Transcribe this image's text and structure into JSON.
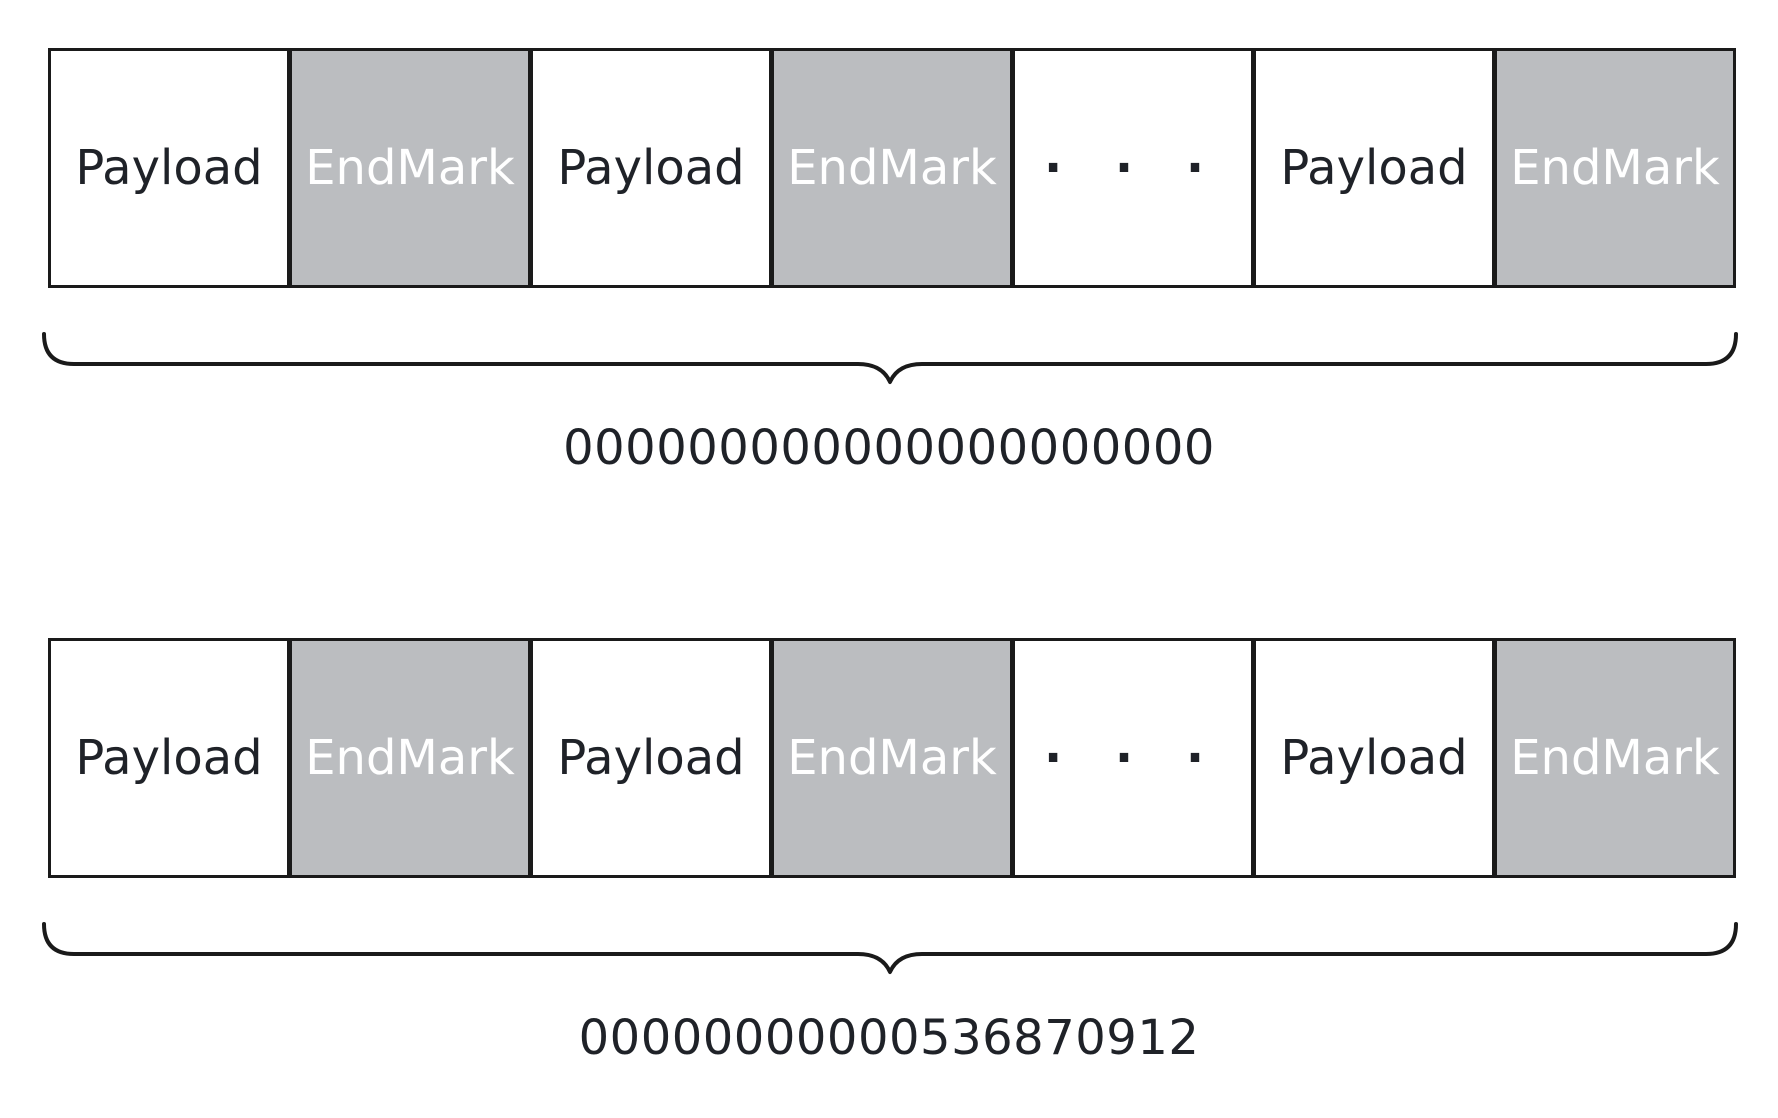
{
  "colors": {
    "endmark_fill": "#bbbdc0",
    "outline": "#1a1a1a",
    "text_dark": "#1f2228",
    "text_light": "#ffffff"
  },
  "diagrams": [
    {
      "segments": [
        {
          "label": "Payload",
          "type": "payload"
        },
        {
          "label": "EndMark",
          "type": "endmark"
        },
        {
          "label": "Payload",
          "type": "payload"
        },
        {
          "label": "EndMark",
          "type": "endmark"
        },
        {
          "label": "· · ·",
          "type": "ellipsis"
        },
        {
          "label": "Payload",
          "type": "payload"
        },
        {
          "label": "EndMark",
          "type": "endmark"
        }
      ],
      "value": "000000000000000000000"
    },
    {
      "segments": [
        {
          "label": "Payload",
          "type": "payload"
        },
        {
          "label": "EndMark",
          "type": "endmark"
        },
        {
          "label": "Payload",
          "type": "payload"
        },
        {
          "label": "EndMark",
          "type": "endmark"
        },
        {
          "label": "· · ·",
          "type": "ellipsis"
        },
        {
          "label": "Payload",
          "type": "payload"
        },
        {
          "label": "EndMark",
          "type": "endmark"
        }
      ],
      "value": "00000000000536870912"
    }
  ]
}
